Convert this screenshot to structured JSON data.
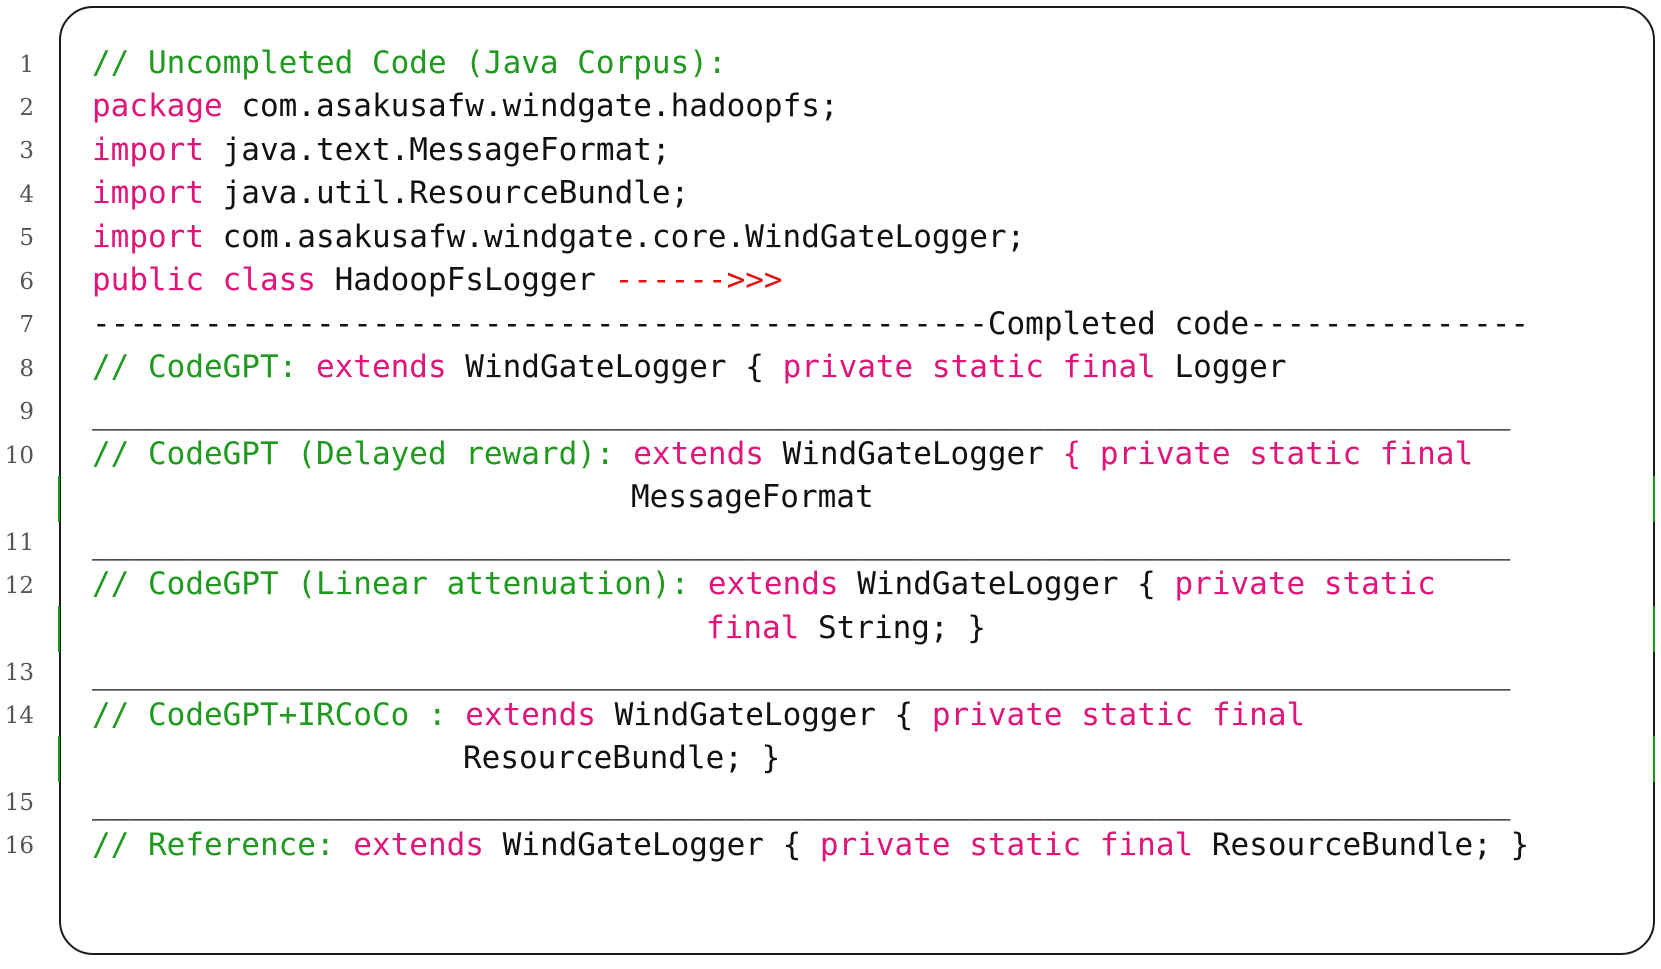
{
  "line_numbers": [
    "1",
    "2",
    "3",
    "4",
    "5",
    "6",
    "7",
    "8",
    "9",
    "10",
    "11",
    "12",
    "13",
    "14",
    "15",
    "16"
  ],
  "lines": {
    "l1": {
      "comment": "// Uncompleted Code (Java Corpus):"
    },
    "l2": {
      "kw": "package",
      "text": " com.asakusafw.windgate.hadoopfs;"
    },
    "l3": {
      "kw": "import",
      "text": " java.text.MessageFormat;"
    },
    "l4": {
      "kw": "import",
      "text": " java.util.ResourceBundle;"
    },
    "l5": {
      "kw": "import",
      "text": " com.asakusafw.windgate.core.WindGateLogger;"
    },
    "l6": {
      "kw": "public class",
      "text": " HadoopFsLogger ",
      "arrow": "------>>>"
    },
    "l7": {
      "text": "------------------------------------------------Completed code---------------"
    },
    "l8": {
      "comment": "// CodeGPT: ",
      "kw1": "extends",
      "text1": " WindGateLogger { ",
      "kw2": "private static final",
      "text2": " Logger"
    },
    "l9": {
      "text": "____________________________________________________________________________"
    },
    "l10": {
      "comment": "// CodeGPT (Delayed reward): ",
      "kw1": "extends",
      "text1": " WindGateLogger ",
      "kw2": "{ private static final",
      "cont": "MessageFormat"
    },
    "l11": {
      "text": "____________________________________________________________________________"
    },
    "l12": {
      "comment": "// CodeGPT (Linear attenuation): ",
      "kw1": "extends",
      "text1": " WindGateLogger { ",
      "kw2": "private static",
      "cont_kw": "final",
      "cont_text": " String; }"
    },
    "l13": {
      "text": "____________________________________________________________________________"
    },
    "l14": {
      "comment": "// CodeGPT+IRCoCo : ",
      "kw1": "extends",
      "text1": " WindGateLogger { ",
      "kw2": "private static final",
      "cont": "ResourceBundle; }"
    },
    "l15": {
      "text": "____________________________________________________________________________"
    },
    "l16": {
      "comment": "// Reference: ",
      "kw1": "extends",
      "text1": " WindGateLogger { ",
      "kw2": "private static final",
      "text2": " ResourceBundle; }"
    }
  },
  "colors": {
    "comment": "#1f9a1f",
    "keyword": "#e0157a",
    "text": "#111111",
    "arrow": "#e01010",
    "line_number": "#555555",
    "frame": "#1a1a1a"
  }
}
